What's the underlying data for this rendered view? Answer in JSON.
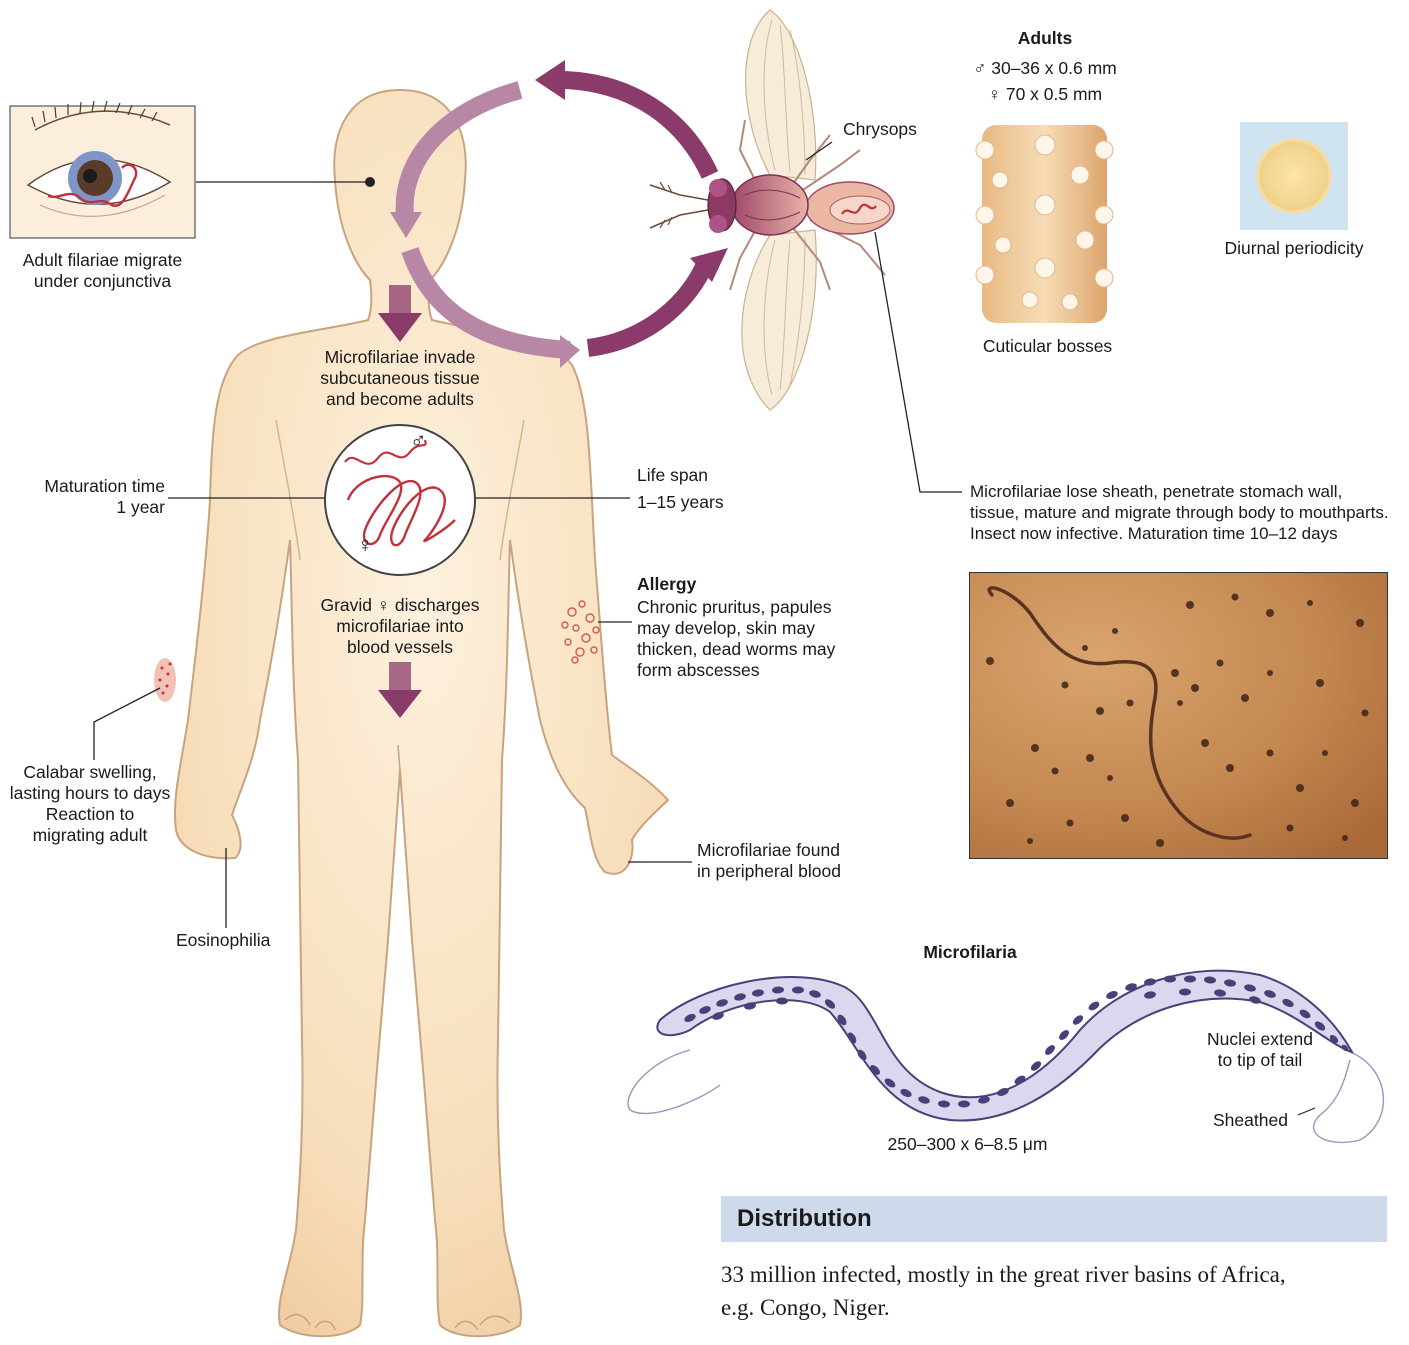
{
  "labels": {
    "adults_title": "Adults",
    "adults_male": "♂ 30–36 x 0.6 mm",
    "adults_female": "♀ 70 x 0.5 mm",
    "chrysops": "Chrysops",
    "cuticular_bosses": "Cuticular bosses",
    "diurnal_periodicity": "Diurnal periodicity",
    "eye_caption_1": "Adult filariae migrate",
    "eye_caption_2": "under conjunctiva",
    "invade_1": "Microfilariae invade",
    "invade_2": "subcutaneous tissue",
    "invade_3": "and become adults",
    "maturation_1": "Maturation time",
    "maturation_2": "1 year",
    "lifespan_1": "Life span",
    "lifespan_2": "1–15 years",
    "gravid_1": "Gravid ♀ discharges",
    "gravid_2": "microfilariae into",
    "gravid_3": "blood vessels",
    "allergy_title": "Allergy",
    "allergy_1": "Chronic pruritus, papules",
    "allergy_2": "may develop, skin may",
    "allergy_3": "thicken, dead worms may",
    "allergy_4": "form abscesses",
    "calabar_1": "Calabar swelling,",
    "calabar_2": "lasting hours to days",
    "calabar_3": "Reaction to",
    "calabar_4": "migrating adult",
    "eosinophilia": "Eosinophilia",
    "peripheral_1": "Microfilariae found",
    "peripheral_2": "in peripheral blood",
    "insect_1": "Microfilariae lose sheath, penetrate stomach wall,",
    "insect_2": "tissue, mature and migrate through body to mouthparts.",
    "insect_3": "Insect now infective. Maturation time 10–12 days",
    "microfilaria_title": "Microfilaria",
    "nuclei_1": "Nuclei extend",
    "nuclei_2": "to tip of tail",
    "sheathed": "Sheathed",
    "mf_size": "250–300 x 6–8.5 μm",
    "male_symbol": "♂",
    "female_symbol": "♀"
  },
  "distribution": {
    "title": "Distribution",
    "text_1": "33 million infected, mostly in the great river basins of Africa,",
    "text_2": "e.g. Congo, Niger."
  },
  "colors": {
    "skin": "#f8e2c4",
    "skin_outline": "#c9a37e",
    "cycle_arrow": "#8a3b6a",
    "worm_red": "#c0313a",
    "distribution_bar": "#cfd9ec",
    "mf_body": "#d9d5ec",
    "mf_nuclei": "#4a3f78",
    "photo_bg": "#c9905a"
  }
}
